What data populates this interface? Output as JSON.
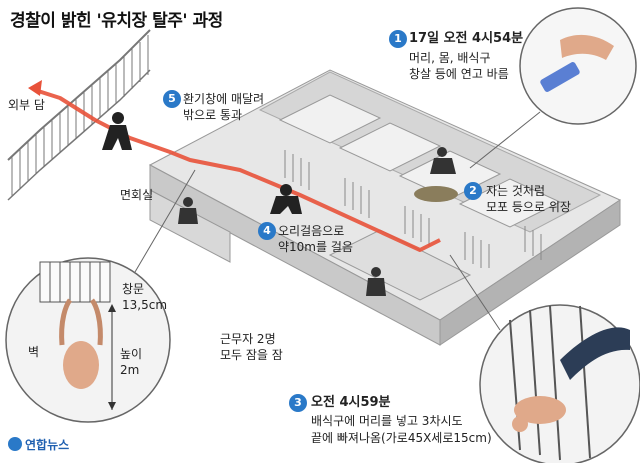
{
  "title": "경찰이 밝힌 '유치장 탈주' 과정",
  "steps": [
    {
      "num": "1",
      "line1": "17일 오전 4시54분",
      "line2": "머리, 몸, 배식구",
      "line3": "창살 등에 연고 바름"
    },
    {
      "num": "2",
      "line1": "자는 것처럼",
      "line2": "모포 등으로 위장"
    },
    {
      "num": "3",
      "line1": "오전 4시59분",
      "line2": "배식구에 머리를 넣고 3차시도",
      "line3": "끝에 빠져나옴(가로45X세로15cm)"
    },
    {
      "num": "4",
      "line1": "오리걸음으로",
      "line2": "약10m를 걸음"
    },
    {
      "num": "5",
      "line1": "환기창에 매달려",
      "line2": "밖으로 통과"
    }
  ],
  "labels": {
    "outer_wall": "외부 담",
    "visit_room": "면회실",
    "guards_line1": "근무자 2명",
    "guards_line2": "모두 잠을 잠",
    "window_label": "창문",
    "window_size": "13,5cm",
    "wall": "벽",
    "height_label": "높이",
    "height_value": "2m"
  },
  "logo": "연합뉴스",
  "colors": {
    "accent": "#2a79c8",
    "route": "#e8523a",
    "floor": "#e7e7e7",
    "wall": "#b9b9b9"
  }
}
